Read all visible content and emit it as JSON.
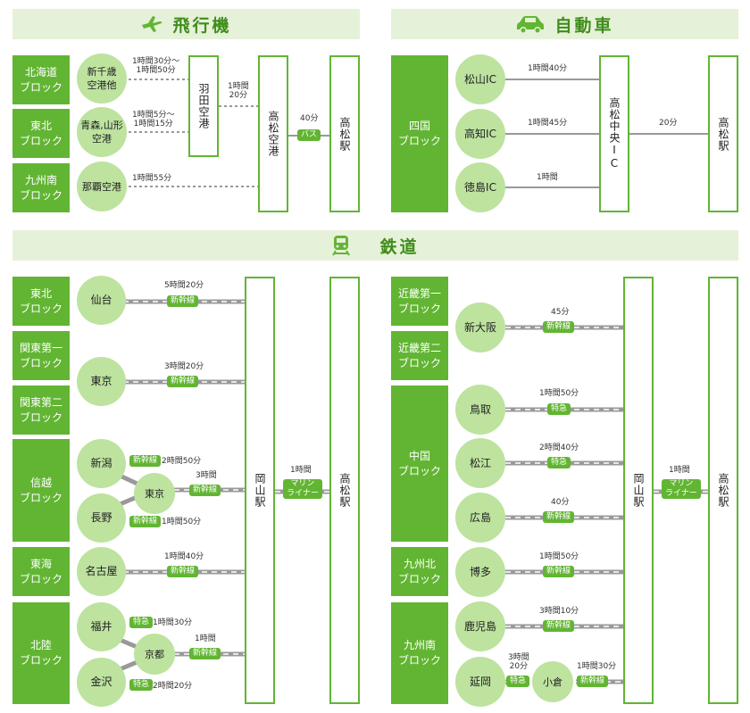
{
  "sections": {
    "plane": {
      "title": "飛行機",
      "icon": "airplane-icon"
    },
    "car": {
      "title": "自動車",
      "icon": "car-icon"
    },
    "rail": {
      "title": "鉄道",
      "icon": "train-icon"
    }
  },
  "colors": {
    "accent": "#62b533",
    "node": "#bde39f",
    "header_bg": "#e6f1d9",
    "header_text": "#3f8d1a"
  },
  "plane": {
    "regions": {
      "hokkaido": "北海道\nブロック",
      "tohoku": "東北\nブロック",
      "kyushu_s": "九州南\nブロック"
    },
    "airports": {
      "shinchitose": "新千歳\n空港他",
      "aomori": "青森,山形\n空港",
      "naha": "那覇空港"
    },
    "haneda": "羽田空港",
    "takamatsu_airport": "高松空港",
    "takamatsu_station": "高松駅",
    "times": {
      "shinchitose": "1時間30分～\n1時間50分",
      "aomori": "1時間5分～\n1時間15分",
      "naha": "1時間55分",
      "haneda": "1時間\n20分",
      "bus": "40分"
    },
    "bus_label": "バス"
  },
  "car": {
    "region": "四国\nブロック",
    "ics": {
      "matsuyama": "松山IC",
      "kochi": "高知IC",
      "tokushima": "徳島IC"
    },
    "central_ic": "高松中央IC",
    "station": "高松駅",
    "times": {
      "matsuyama": "1時間40分",
      "kochi": "1時間45分",
      "tokushima": "1時間",
      "central": "20分"
    }
  },
  "rail_left": {
    "regions": {
      "tohoku": "東北\nブロック",
      "kanto1": "関東第一\nブロック",
      "kanto2": "関東第二\nブロック",
      "shinetsu": "信越\nブロック",
      "tokai": "東海\nブロック",
      "hokuriku": "北陸\nブロック"
    },
    "stations": {
      "sendai": "仙台",
      "tokyo": "東京",
      "niigata": "新潟",
      "nagano": "長野",
      "tokyo_hub": "東京",
      "nagoya": "名古屋",
      "fukui": "福井",
      "kanazawa": "金沢",
      "kyoto": "京都"
    },
    "times": {
      "sendai": "5時間20分",
      "tokyo": "3時間20分",
      "niigata": "2時間50分",
      "nagano": "1時間50分",
      "tokyo_hub": "3時間",
      "nagoya": "1時間40分",
      "fukui": "1時間30分",
      "kanazawa": "2時間20分",
      "kyoto": "1時間",
      "marine": "1時間"
    },
    "okayama": "岡山駅",
    "takamatsu": "高松駅"
  },
  "rail_right": {
    "regions": {
      "kinki1": "近畿第一\nブロック",
      "kinki2": "近畿第二\nブロック",
      "chugoku": "中国\nブロック",
      "kyushu_n": "九州北\nブロック",
      "kyushu_s": "九州南\nブロック"
    },
    "stations": {
      "shinosaka": "新大阪",
      "tottori": "鳥取",
      "matsue": "松江",
      "hiroshima": "広島",
      "hakata": "博多",
      "kagoshima": "鹿児島",
      "nobeoka": "延岡",
      "kokura": "小倉"
    },
    "times": {
      "shinosaka": "45分",
      "tottori": "1時間50分",
      "matsue": "2時間40分",
      "hiroshima": "40分",
      "hakata": "1時間50分",
      "kagoshima": "3時間10分",
      "nobeoka": "3時間\n20分",
      "kokura": "1時間30分",
      "marine": "1時間"
    },
    "okayama": "岡山駅",
    "takamatsu": "高松駅"
  },
  "badges": {
    "shinkansen": "新幹線",
    "tokkyu": "特急",
    "marine_liner": "マリン\nライナー"
  }
}
